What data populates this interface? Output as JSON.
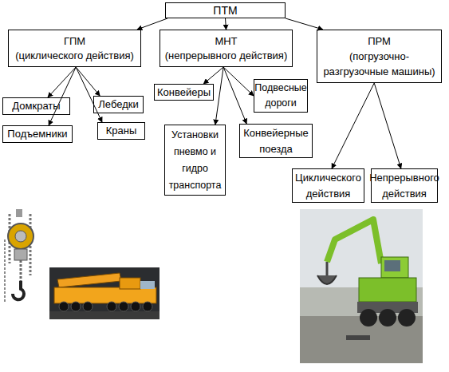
{
  "diagram": {
    "nodes": [
      {
        "text": [
          "ПТМ"
        ]
      },
      {
        "text": [
          "ГПМ",
          "(циклического действия)"
        ]
      },
      {
        "text": [
          "МНТ",
          "(непрерывного действия)"
        ]
      },
      {
        "text": [
          "ПРМ",
          "(погрузочно-разгрузочные машины)"
        ]
      },
      {
        "text": [
          "Домкраты"
        ]
      },
      {
        "text": [
          "Лебедки"
        ]
      },
      {
        "text": [
          "Подъемники"
        ]
      },
      {
        "text": [
          "Краны"
        ]
      },
      {
        "text": [
          "Конвейеры"
        ]
      },
      {
        "text": [
          "Подвесные дороги"
        ]
      },
      {
        "text": [
          "Установки пневмо и гидро транспорта"
        ]
      },
      {
        "text": [
          "Конвейерные поезда"
        ]
      },
      {
        "text": [
          "Циклического действия"
        ]
      },
      {
        "text": [
          "Непрерывного действия"
        ]
      }
    ],
    "edges": [
      {
        "from": 0,
        "to": 1,
        "arrow": "to"
      },
      {
        "from": 0,
        "to": 2,
        "arrow": "to"
      },
      {
        "from": 0,
        "to": 3,
        "arrow": "to"
      },
      {
        "from": 1,
        "to": 4,
        "arrow": "to"
      },
      {
        "from": 1,
        "to": 5,
        "arrow": "to"
      },
      {
        "from": 1,
        "to": 6,
        "arrow": "to"
      },
      {
        "from": 1,
        "to": 7,
        "arrow": "to"
      },
      {
        "from": 2,
        "to": 8,
        "arrow": "to"
      },
      {
        "from": 2,
        "to": 9,
        "arrow": "to"
      },
      {
        "from": 2,
        "to": 10,
        "arrow": "to"
      },
      {
        "from": 2,
        "to": 11,
        "arrow": "to"
      },
      {
        "from": 3,
        "to": 12,
        "arrow": "to"
      },
      {
        "from": 3,
        "to": 13,
        "arrow": "to"
      }
    ]
  }
}
